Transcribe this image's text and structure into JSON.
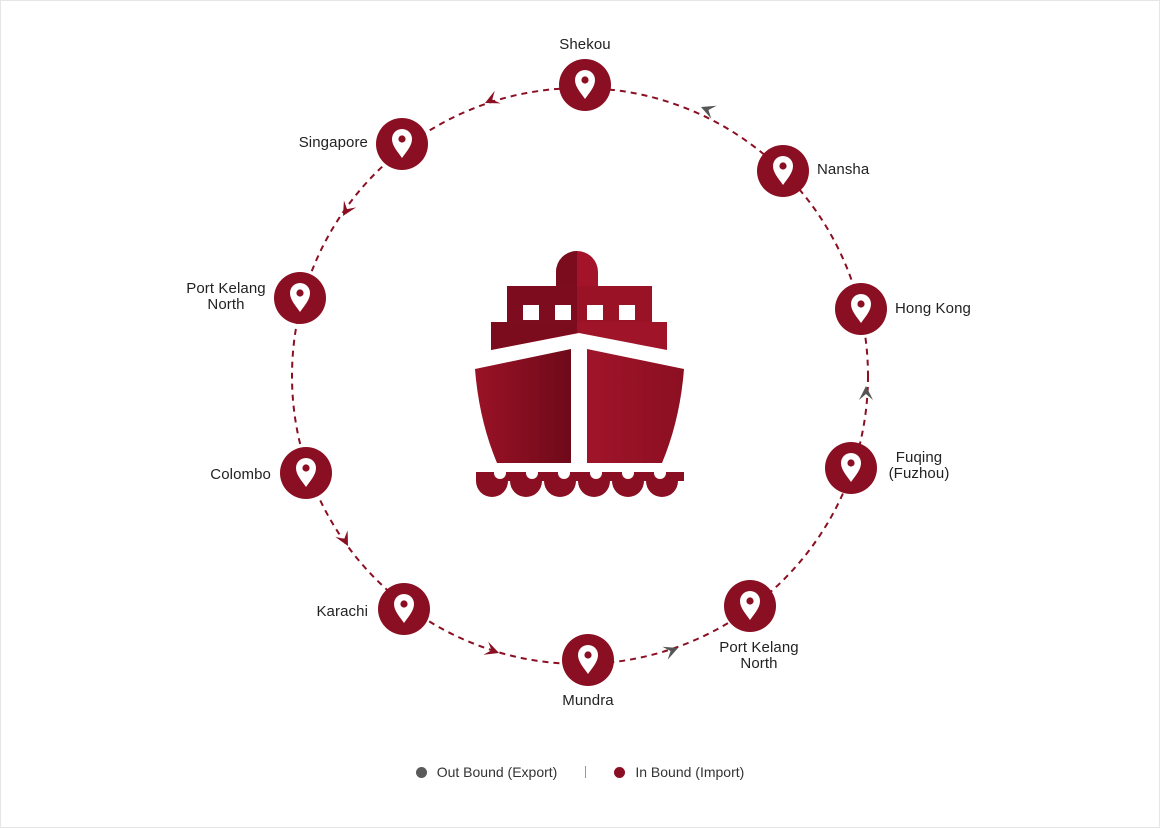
{
  "ports": [
    {
      "id": "shekou",
      "label": [
        "Shekou"
      ]
    },
    {
      "id": "nansha",
      "label": [
        "Nansha"
      ]
    },
    {
      "id": "hong-kong",
      "label": [
        "Hong Kong"
      ]
    },
    {
      "id": "fuqing",
      "label": [
        "Fuqing",
        "(Fuzhou)"
      ]
    },
    {
      "id": "port-kelang-north-east",
      "label": [
        "Port Kelang",
        "North"
      ]
    },
    {
      "id": "mundra",
      "label": [
        "Mundra"
      ]
    },
    {
      "id": "karachi",
      "label": [
        "Karachi"
      ]
    },
    {
      "id": "colombo",
      "label": [
        "Colombo"
      ]
    },
    {
      "id": "port-kelang-north-west",
      "label": [
        "Port Kelang",
        "North"
      ]
    },
    {
      "id": "singapore",
      "label": [
        "Singapore"
      ]
    }
  ],
  "legend": {
    "outbound": {
      "label": "Out Bound (Export)",
      "color": "#5a5a5a"
    },
    "inbound": {
      "label": "In Bound (Import)",
      "color": "#8b0f22"
    }
  },
  "colors": {
    "accent": "#8b0f22",
    "accent_dark": "#6d0a1a",
    "outbound_arrow": "#555555",
    "text": "#222222"
  },
  "icons": {
    "port": "map-pin-icon",
    "center": "cargo-ship-icon",
    "direction": "arrowhead-icon"
  }
}
